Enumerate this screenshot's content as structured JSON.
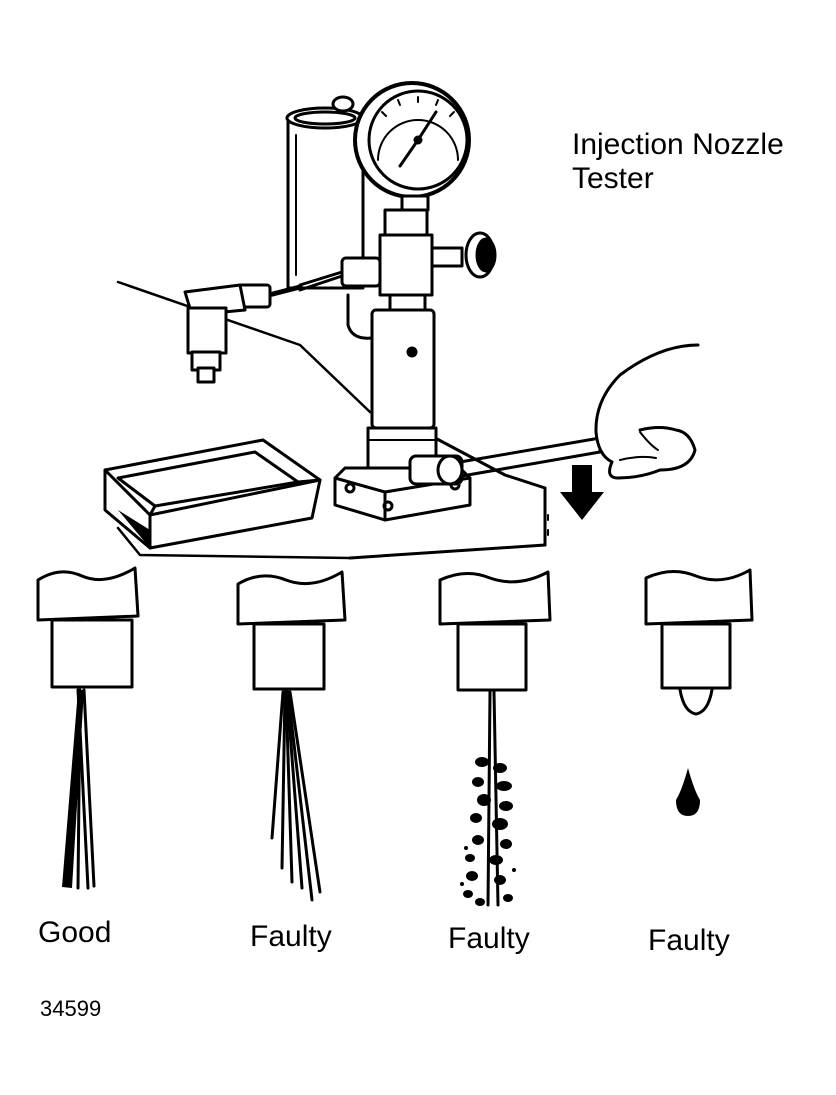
{
  "title": {
    "line1": "Injection Nozzle",
    "line2": "Tester"
  },
  "spray_patterns": [
    {
      "label": "Good"
    },
    {
      "label": "Faulty"
    },
    {
      "label": "Faulty"
    },
    {
      "label": "Faulty"
    }
  ],
  "figure_number": "34599",
  "colors": {
    "ink": "#000000",
    "paper": "#ffffff"
  }
}
